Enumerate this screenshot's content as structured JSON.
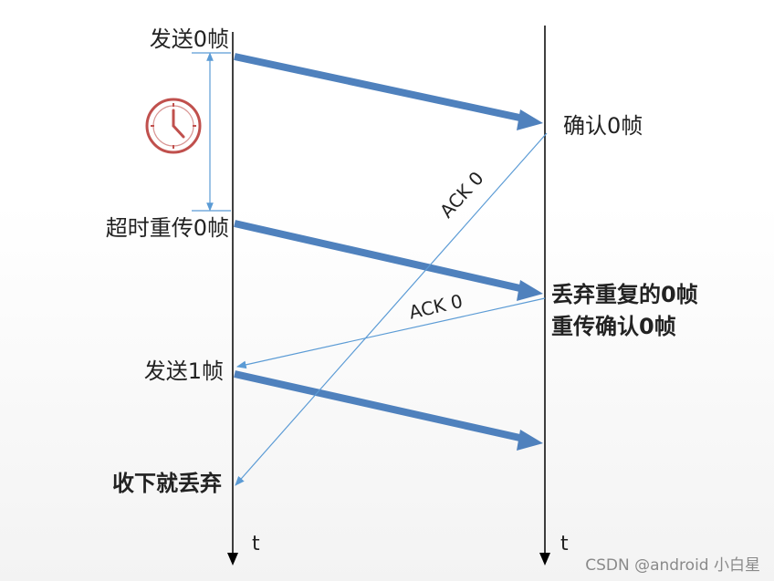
{
  "sender": {
    "send_frame0": "发送0帧",
    "timeout_resend": "超时重传0帧",
    "send_frame1": "发送1帧",
    "accept_discard": "收下就丢弃",
    "time_axis": "t"
  },
  "receiver": {
    "confirm_frame0": "确认0帧",
    "discard_dup_line1": "丢弃重复的0帧",
    "discard_dup_line2": "重传确认0帧",
    "time_axis": "t"
  },
  "ack": {
    "first": "ACK 0",
    "second": "ACK 0"
  },
  "timer_icon": "clock-icon",
  "colors": {
    "frame_arrow": "#4f81bd",
    "ack_line": "#5b9bd5",
    "clock": "#c0504d",
    "axis": "#000000"
  },
  "watermark": "CSDN @android 小白星"
}
